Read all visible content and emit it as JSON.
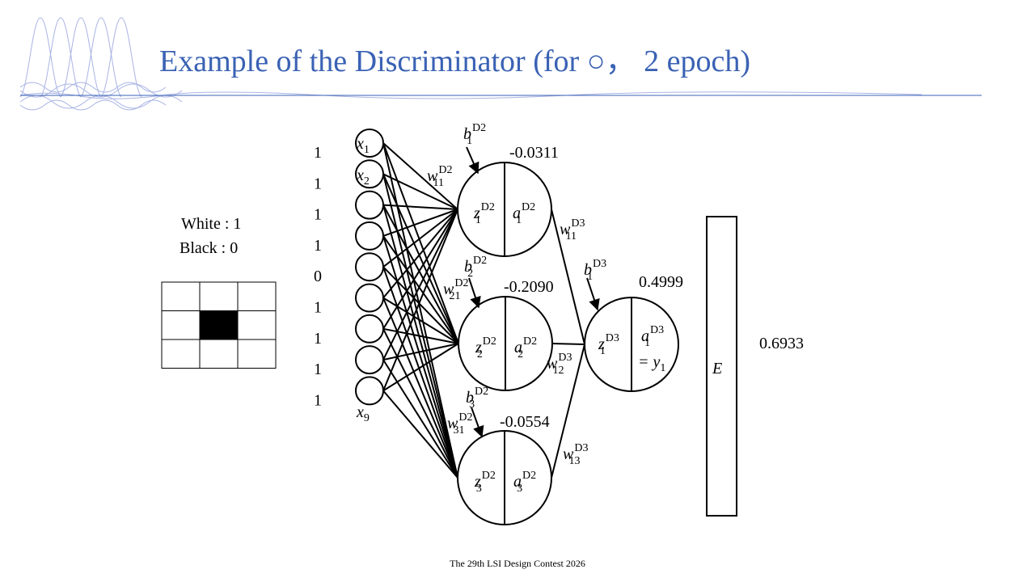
{
  "slide": {
    "title": "Example of the Discriminator (for ○， 2 epoch)",
    "footer": "The 29th LSI Design Contest 2026"
  },
  "legend": {
    "white": "White : 1",
    "black": "Black : 0"
  },
  "grid": {
    "cells": [
      1,
      1,
      1,
      1,
      0,
      1,
      1,
      1,
      1
    ],
    "white_color": "#ffffff",
    "black_color": "#000000"
  },
  "inputs": {
    "values": [
      "1",
      "1",
      "1",
      "1",
      "0",
      "1",
      "1",
      "1",
      "1"
    ],
    "first_label": {
      "base": "x",
      "sub": "1"
    },
    "second_label": {
      "base": "x",
      "sub": "2"
    },
    "last_label": {
      "base": "x",
      "sub": "9"
    }
  },
  "hidden_layer": [
    {
      "output": "-0.0311",
      "z": {
        "base": "z",
        "sub": "1",
        "sup": "D2"
      },
      "a": {
        "base": "a",
        "sub": "1",
        "sup": "D2"
      },
      "bias": {
        "base": "b",
        "sub": "1",
        "sup": "D2"
      },
      "weight": {
        "base": "w",
        "sub": "11",
        "sup": "D2"
      }
    },
    {
      "output": "-0.2090",
      "z": {
        "base": "z",
        "sub": "2",
        "sup": "D2"
      },
      "a": {
        "base": "a",
        "sub": "2",
        "sup": "D2"
      },
      "bias": {
        "base": "b",
        "sub": "2",
        "sup": "D2"
      },
      "weight": {
        "base": "w",
        "sub": "21",
        "sup": "D2"
      }
    },
    {
      "output": "-0.0554",
      "z": {
        "base": "z",
        "sub": "3",
        "sup": "D2"
      },
      "a": {
        "base": "a",
        "sub": "3",
        "sup": "D2"
      },
      "bias": {
        "base": "b",
        "sub": "3",
        "sup": "D2"
      },
      "weight": {
        "base": "w",
        "sub": "31",
        "sup": "D2"
      }
    }
  ],
  "output_layer": {
    "output": "0.4999",
    "z": {
      "base": "z",
      "sub": "1",
      "sup": "D3"
    },
    "a": {
      "base": "a",
      "sub": "1",
      "sup": "D3"
    },
    "eq": "= y",
    "eq_sub": "1",
    "bias": {
      "base": "b",
      "sub": "1",
      "sup": "D3"
    },
    "weights": [
      {
        "base": "w",
        "sub": "11",
        "sup": "D3"
      },
      {
        "base": "w",
        "sub": "12",
        "sup": "D3"
      },
      {
        "base": "w",
        "sub": "13",
        "sup": "D3"
      }
    ]
  },
  "error_box": {
    "label": "E",
    "value": "0.6933"
  },
  "colors": {
    "title": "#3a62b4",
    "decoration": "#9aa6e0",
    "rule": "#3a62b4"
  }
}
